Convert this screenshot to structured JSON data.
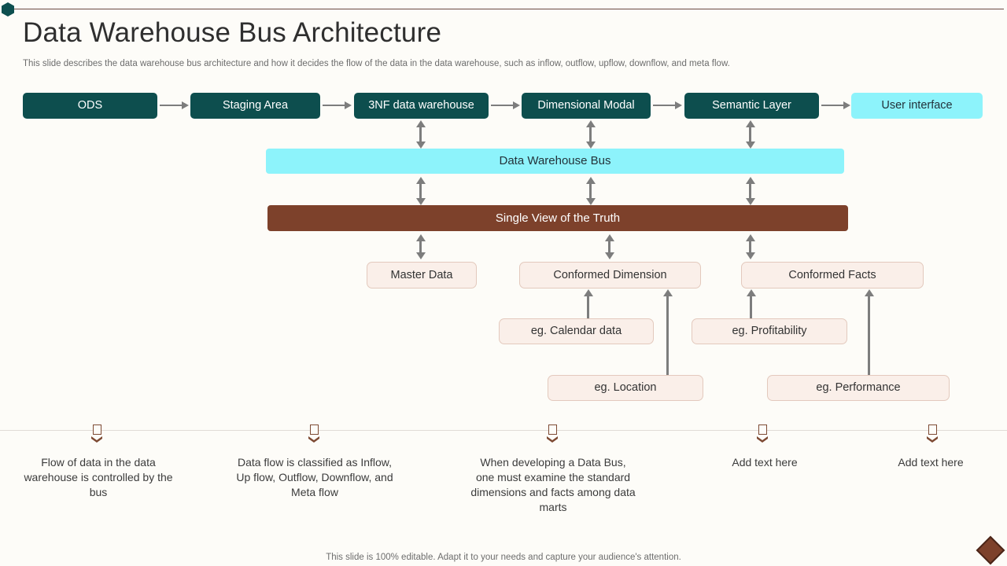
{
  "slide": {
    "title": "Data Warehouse Bus Architecture",
    "subtitle": "This slide describes the data warehouse bus architecture and how it decides the flow of the data in the data warehouse, such as inflow, outflow, upflow, downflow, and meta flow.",
    "footer_note": "This slide is 100% editable. Adapt it to your needs and capture your audience's attention.",
    "background_color": "#fdfcf8"
  },
  "colors": {
    "teal": "#0d4e4e",
    "cyan": "#8df3fb",
    "brown": "#7d412b",
    "pale": "#faefe9",
    "pale_border": "#e3c9bd",
    "connector_gray": "#7d7d7d",
    "marker_brown": "#7d4a33",
    "header_rule": "#6b4a43"
  },
  "pipeline": {
    "nodes": [
      {
        "label": "ODS",
        "style": "teal"
      },
      {
        "label": "Staging Area",
        "style": "teal"
      },
      {
        "label": "3NF data warehouse",
        "style": "teal"
      },
      {
        "label": "Dimensional Modal",
        "style": "teal"
      },
      {
        "label": "Semantic Layer",
        "style": "teal"
      },
      {
        "label": "User interface",
        "style": "cyan"
      }
    ]
  },
  "bars": {
    "bus": {
      "label": "Data Warehouse Bus",
      "style": "cyan-bar"
    },
    "truth": {
      "label": "Single View of the Truth",
      "style": "brown-bar"
    }
  },
  "components": [
    {
      "label": "Master Data",
      "style": "pale"
    },
    {
      "label": "Conformed Dimension",
      "style": "pale"
    },
    {
      "label": "Conformed Facts",
      "style": "pale"
    }
  ],
  "examples": [
    {
      "label": "eg. Calendar data",
      "style": "pale"
    },
    {
      "label": "eg. Profitability",
      "style": "pale"
    },
    {
      "label": "eg. Location",
      "style": "pale"
    },
    {
      "label": "eg. Performance",
      "style": "pale"
    }
  ],
  "callouts": [
    {
      "text": "Flow of data in the data warehouse  is controlled by the bus"
    },
    {
      "text": "Data flow is classified as Inflow,  Up flow, Outflow, Downflow,  and Meta flow"
    },
    {
      "text": "When developing a Data Bus, one must examine the standard dimensions and facts among data marts"
    },
    {
      "text": "Add text here"
    },
    {
      "text": "Add text here"
    }
  ]
}
